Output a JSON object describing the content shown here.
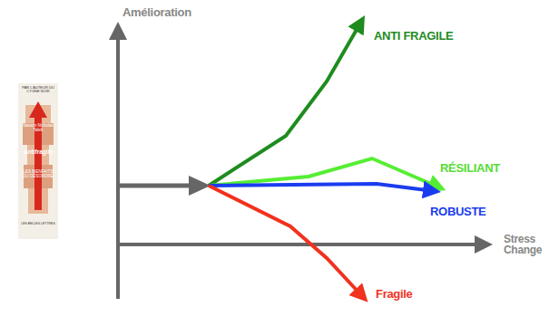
{
  "diagram": {
    "labels": [
      "Amélioration",
      "ANTI FRAGILE",
      "RÉSILIANT",
      "ROBUSTE",
      "Stress Change",
      "Fragile",
      "PAR L'AUTEUR DU CYGNE NOIR",
      "Nassim Nicholas Taleb",
      "Antifragile",
      "LES BIENFAITS DU DÉSORDRE",
      "LES BELLES LETTRES"
    ]
  }
}
